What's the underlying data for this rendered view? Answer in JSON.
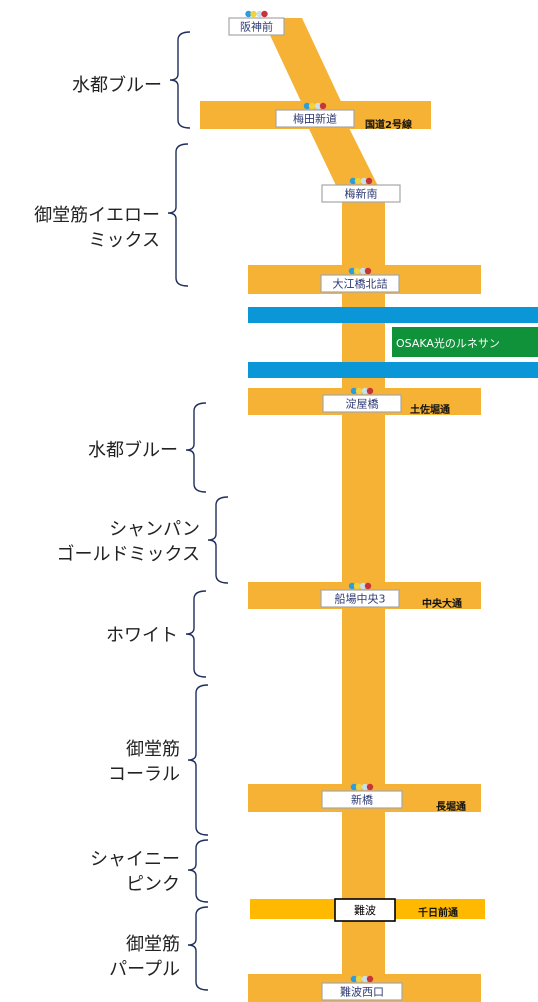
{
  "colors": {
    "street": "#F5B234",
    "street_nanba": "#FFB900",
    "river": "#0A96D7",
    "osaka_bg": "#10923A",
    "station_border": "#A7A7A7",
    "station_text": "#2F3A74",
    "brace": "#1F2E5C"
  },
  "stations": [
    {
      "id": "hanshinmae",
      "name": "阪神前",
      "street": ""
    },
    {
      "id": "umeda-shindo",
      "name": "梅田新道",
      "street": "国道2号線"
    },
    {
      "id": "umeshin-minami",
      "name": "梅新南",
      "street": ""
    },
    {
      "id": "oebashi-kitazume",
      "name": "大江橋北詰",
      "street": ""
    },
    {
      "id": "yodoyabashi",
      "name": "淀屋橋",
      "street": "土佐堀通"
    },
    {
      "id": "semba-chuo3",
      "name": "船場中央3",
      "street": "中央大通"
    },
    {
      "id": "shinbashi",
      "name": "新橋",
      "street": "長堀通"
    },
    {
      "id": "namba",
      "name": "難波",
      "street": "千日前通"
    },
    {
      "id": "namba-nishiguchi",
      "name": "難波西口",
      "street": ""
    }
  ],
  "event_banner": "OSAKA光のルネサン",
  "sections": [
    {
      "id": "suito-blue-1",
      "lines": [
        "水都ブルー"
      ]
    },
    {
      "id": "midosuji-yellow-mix",
      "lines": [
        "御堂筋イエロー",
        "ミックス"
      ]
    },
    {
      "id": "suito-blue-2",
      "lines": [
        "水都ブルー"
      ]
    },
    {
      "id": "champagne-gold-mix",
      "lines": [
        "シャンパン",
        "ゴールドミックス"
      ]
    },
    {
      "id": "white",
      "lines": [
        "ホワイト"
      ]
    },
    {
      "id": "midosuji-coral",
      "lines": [
        "御堂筋",
        "コーラル"
      ]
    },
    {
      "id": "shiny-pink",
      "lines": [
        "シャイニー",
        "ピンク"
      ]
    },
    {
      "id": "midosuji-purple",
      "lines": [
        "御堂筋",
        "パープル"
      ]
    }
  ]
}
